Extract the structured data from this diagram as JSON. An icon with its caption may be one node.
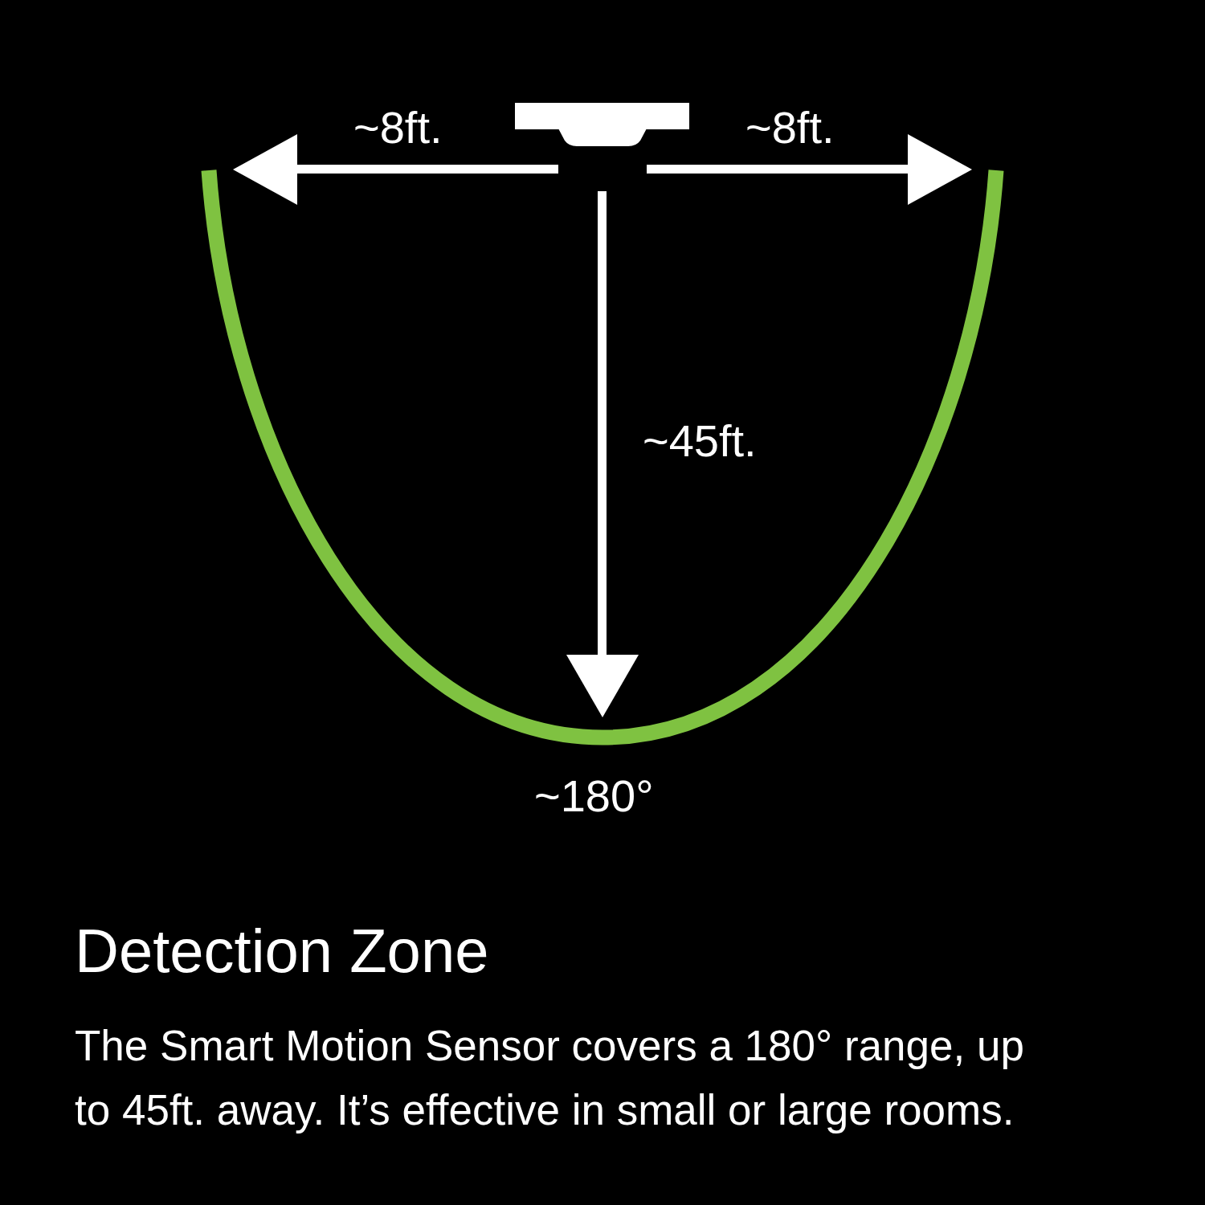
{
  "diagram": {
    "title": "Detection Zone",
    "caption": "The Smart Motion Sensor covers a 180° range, up to 45ft. away. It’s effective in small or large rooms.",
    "labels": [
      "~8ft.",
      "~8ft.",
      "~45ft.",
      "~180°"
    ]
  }
}
